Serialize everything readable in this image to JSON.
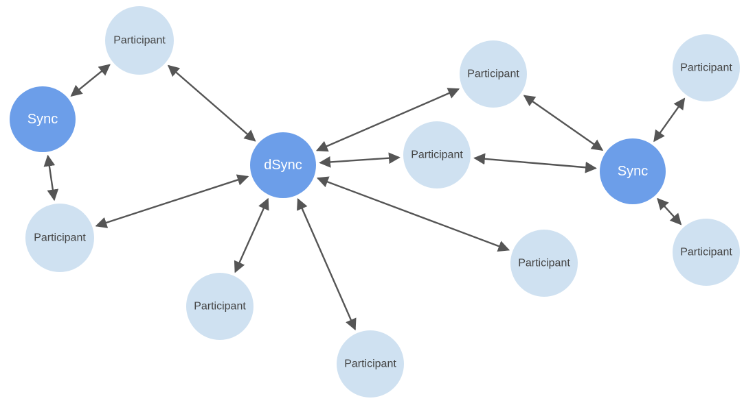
{
  "colors": {
    "background": "#ffffff",
    "hub_fill": "#6c9ee9",
    "participant_fill": "#cfe1f1",
    "hub_text": "#ffffff",
    "participant_text": "#444444",
    "edge": "#555555"
  },
  "nodes": [
    {
      "id": "p-top-left",
      "label": "Participant",
      "kind": "participant"
    },
    {
      "id": "sync-left",
      "label": "Sync",
      "kind": "hub"
    },
    {
      "id": "p-mid-left",
      "label": "Participant",
      "kind": "participant"
    },
    {
      "id": "dsync",
      "label": "dSync",
      "kind": "hub"
    },
    {
      "id": "p-bottom-1",
      "label": "Participant",
      "kind": "participant"
    },
    {
      "id": "p-bottom-2",
      "label": "Participant",
      "kind": "participant"
    },
    {
      "id": "p-center",
      "label": "Participant",
      "kind": "participant"
    },
    {
      "id": "p-top-mid",
      "label": "Participant",
      "kind": "participant"
    },
    {
      "id": "p-lower-right",
      "label": "Participant",
      "kind": "participant"
    },
    {
      "id": "sync-right",
      "label": "Sync",
      "kind": "hub"
    },
    {
      "id": "p-top-right",
      "label": "Participant",
      "kind": "participant"
    },
    {
      "id": "p-right",
      "label": "Participant",
      "kind": "participant"
    }
  ],
  "edges": [
    {
      "from": "p-top-left",
      "to": "sync-left"
    },
    {
      "from": "sync-left",
      "to": "p-mid-left"
    },
    {
      "from": "p-top-left",
      "to": "dsync"
    },
    {
      "from": "p-mid-left",
      "to": "dsync"
    },
    {
      "from": "dsync",
      "to": "p-bottom-1"
    },
    {
      "from": "dsync",
      "to": "p-bottom-2"
    },
    {
      "from": "dsync",
      "to": "p-center"
    },
    {
      "from": "dsync",
      "to": "p-top-mid"
    },
    {
      "from": "dsync",
      "to": "p-lower-right"
    },
    {
      "from": "p-top-mid",
      "to": "sync-right"
    },
    {
      "from": "p-center",
      "to": "sync-right"
    },
    {
      "from": "sync-right",
      "to": "p-top-right"
    },
    {
      "from": "sync-right",
      "to": "p-right"
    }
  ]
}
